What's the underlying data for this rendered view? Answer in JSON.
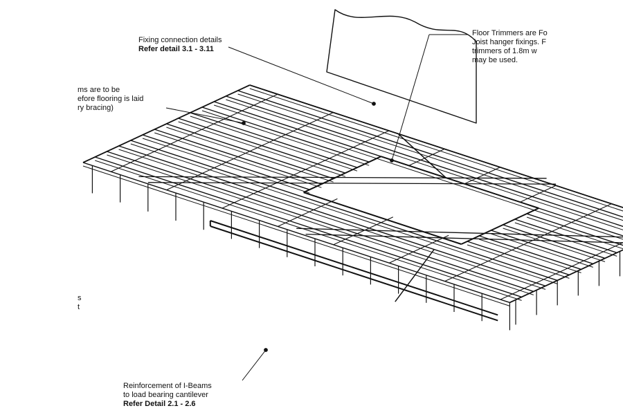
{
  "labels": {
    "fixing": {
      "line1": "Fixing connection details",
      "line2": "Refer detail 3.1 - 3.11"
    },
    "trimmers": {
      "line1": "Floor Trimmers are Fo",
      "line2": "Joist hanger fixings. F",
      "line3": "trimmers of 1.8m w",
      "line4": "may be used."
    },
    "bracing": {
      "line1": "ms are to be",
      "line2": "efore flooring is laid",
      "line3": "ry bracing)"
    },
    "left_edge": {
      "line1": "s",
      "line2": "t"
    },
    "reinforcement": {
      "line1": "Reinforcement of I-Beams",
      "line2": "to load bearing cantilever",
      "line3": "Refer Detail 2.1 - 2.6"
    }
  }
}
